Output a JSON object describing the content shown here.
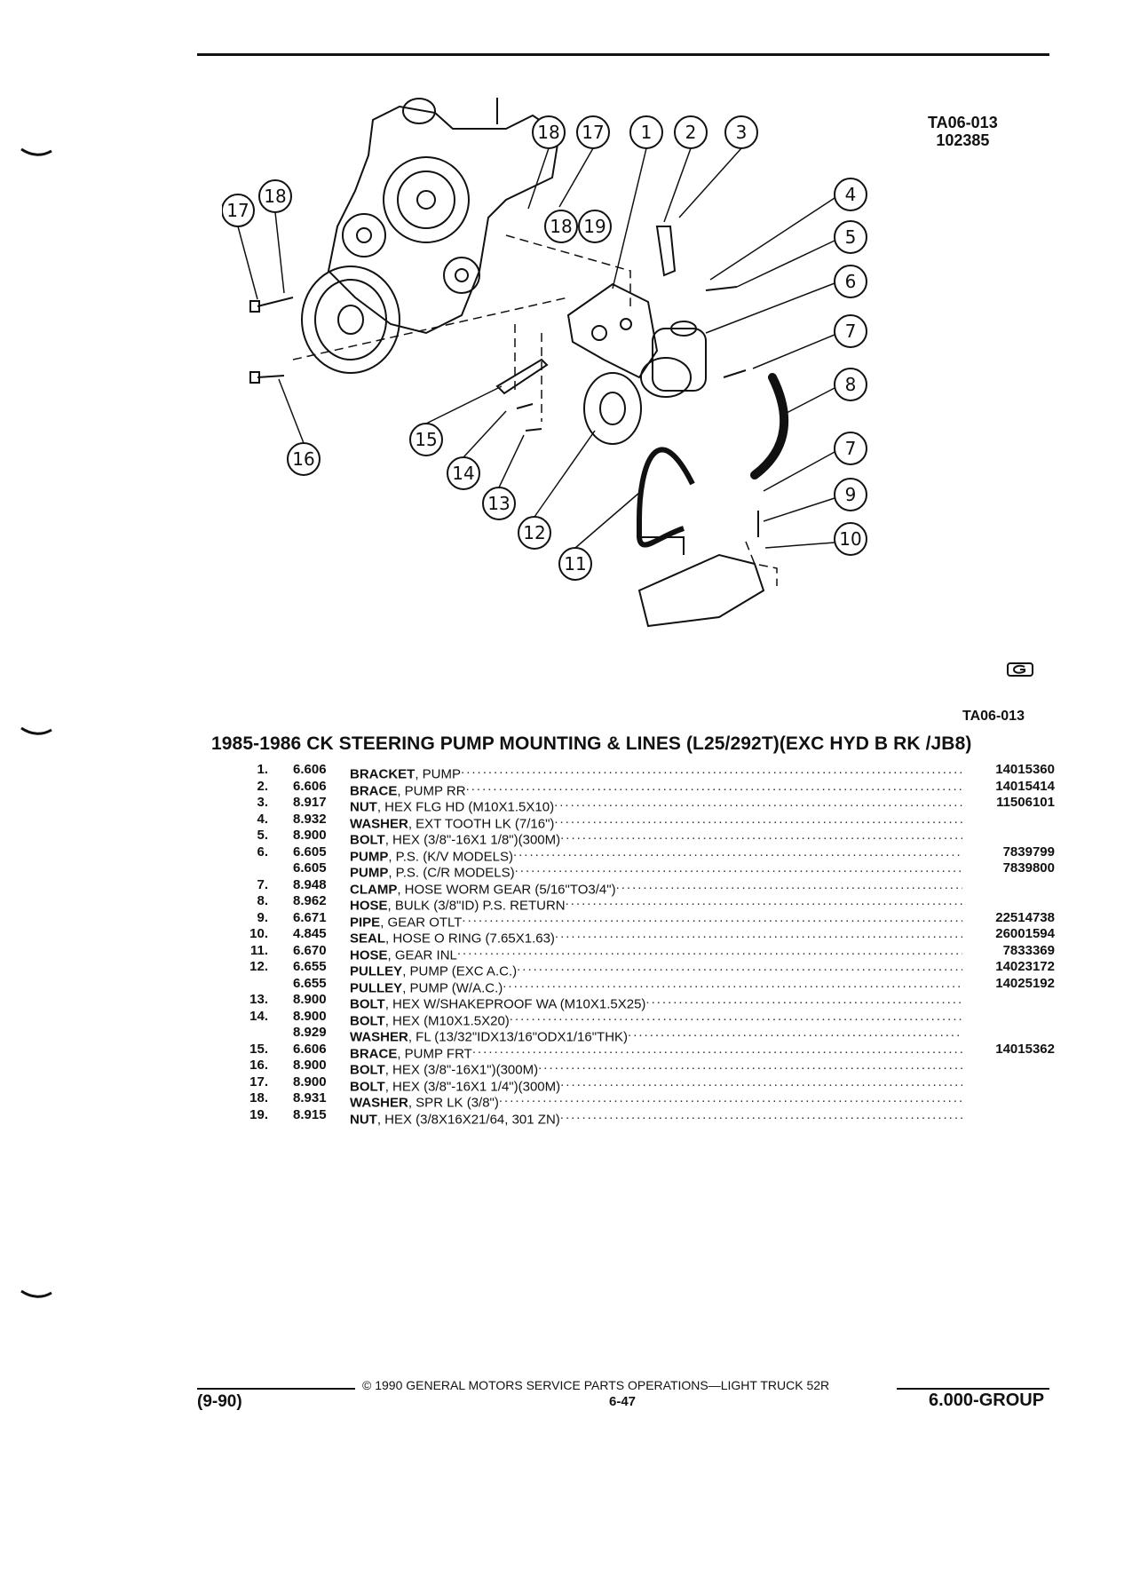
{
  "figure": {
    "code": "TA06-013",
    "date": "102385",
    "code_bottom": "TA06-013"
  },
  "diagram_callouts": [
    "18",
    "17",
    "1",
    "2",
    "3",
    "17",
    "18",
    "4",
    "5",
    "18",
    "19",
    "6",
    "7",
    "8",
    "7",
    "9",
    "10",
    "11",
    "12",
    "13",
    "14",
    "15",
    "16"
  ],
  "title": "1985-1986 CK STEERING PUMP MOUNTING & LINES (L25/292T)(EXC HYD B RK /JB8)",
  "parts": [
    {
      "no": "1.",
      "grp": "6.606",
      "name": "BRACKET",
      "desc": ", PUMP",
      "pn": "14015360"
    },
    {
      "no": "2.",
      "grp": "6.606",
      "name": "BRACE",
      "desc": ", PUMP RR",
      "pn": "14015414"
    },
    {
      "no": "3.",
      "grp": "8.917",
      "name": "NUT",
      "desc": ", HEX FLG HD (M10X1.5X10)",
      "pn": "11506101"
    },
    {
      "no": "4.",
      "grp": "8.932",
      "name": "WASHER",
      "desc": ", EXT TOOTH LK (7/16\")",
      "pn": ""
    },
    {
      "no": "5.",
      "grp": "8.900",
      "name": "BOLT",
      "desc": ", HEX (3/8\"-16X1 1/8\")(300M)",
      "pn": ""
    },
    {
      "no": "6.",
      "grp": "6.605",
      "name": "PUMP",
      "desc": ", P.S. (K/V MODELS)",
      "pn": "7839799"
    },
    {
      "no": "",
      "grp": "6.605",
      "name": "PUMP",
      "desc": ", P.S. (C/R MODELS)",
      "pn": "7839800"
    },
    {
      "no": "7.",
      "grp": "8.948",
      "name": "CLAMP",
      "desc": ", HOSE WORM GEAR (5/16\"TO3/4\")",
      "pn": ""
    },
    {
      "no": "8.",
      "grp": "8.962",
      "name": "HOSE",
      "desc": ", BULK (3/8\"ID) P.S. RETURN",
      "pn": ""
    },
    {
      "no": "9.",
      "grp": "6.671",
      "name": "PIPE",
      "desc": ", GEAR OTLT",
      "pn": "22514738"
    },
    {
      "no": "10.",
      "grp": "4.845",
      "name": "SEAL",
      "desc": ", HOSE O RING (7.65X1.63)",
      "pn": "26001594"
    },
    {
      "no": "11.",
      "grp": "6.670",
      "name": "HOSE",
      "desc": ", GEAR INL",
      "pn": "7833369"
    },
    {
      "no": "12.",
      "grp": "6.655",
      "name": "PULLEY",
      "desc": ", PUMP (EXC A.C.)",
      "pn": "14023172"
    },
    {
      "no": "",
      "grp": "6.655",
      "name": "PULLEY",
      "desc": ", PUMP (W/A.C.)",
      "pn": "14025192"
    },
    {
      "no": "13.",
      "grp": "8.900",
      "name": "BOLT",
      "desc": ", HEX W/SHAKEPROOF WA (M10X1.5X25)",
      "pn": ""
    },
    {
      "no": "14.",
      "grp": "8.900",
      "name": "BOLT",
      "desc": ", HEX (M10X1.5X20)",
      "pn": ""
    },
    {
      "no": "",
      "grp": "8.929",
      "name": "WASHER",
      "desc": ", FL (13/32\"IDX13/16\"ODX1/16\"THK)",
      "pn": ""
    },
    {
      "no": "15.",
      "grp": "6.606",
      "name": "BRACE",
      "desc": ", PUMP FRT",
      "pn": "14015362"
    },
    {
      "no": "16.",
      "grp": "8.900",
      "name": "BOLT",
      "desc": ", HEX (3/8\"-16X1\")(300M)",
      "pn": ""
    },
    {
      "no": "17.",
      "grp": "8.900",
      "name": "BOLT",
      "desc": ", HEX (3/8\"-16X1 1/4\")(300M)",
      "pn": ""
    },
    {
      "no": "18.",
      "grp": "8.931",
      "name": "WASHER",
      "desc": ", SPR LK (3/8\")",
      "pn": ""
    },
    {
      "no": "19.",
      "grp": "8.915",
      "name": "NUT",
      "desc": ", HEX (3/8X16X21/64, 301 ZN)",
      "pn": ""
    }
  ],
  "footer": {
    "copyright": "© 1990 GENERAL MOTORS SERVICE PARTS OPERATIONS—LIGHT TRUCK 52R",
    "page": "6-47",
    "issue": "(9-90)",
    "group": "6.000-GROUP"
  }
}
